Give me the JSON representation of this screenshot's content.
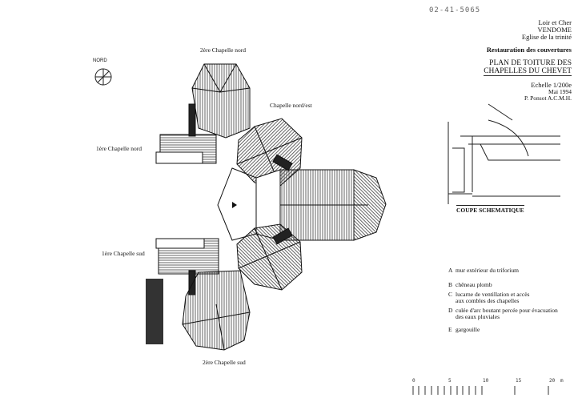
{
  "stamp": "02-41-5065",
  "title_block": {
    "department": "Loir et Cher",
    "town": "VENDOME",
    "church": "Eglise de la trinité",
    "project": "Restauration des couvertures",
    "plan_title_1": "PLAN DE TOITURE DES",
    "plan_title_2": "CHAPELLES DU CHEVET",
    "scale": "Echelle 1/200e",
    "date": "Mai 1994",
    "author": "P. Ponsot A.C.M.H."
  },
  "north_label": "NORD",
  "plan_labels": {
    "chapel_2_north": "2ère Chapelle nord",
    "chapel_north_east": "Chapelle nord/est",
    "chapel_1_north": "1ère Chapelle nord",
    "chapel_1_south": "1ère Chapelle sud",
    "chapel_2_south": "2ère Chapelle sud"
  },
  "section_title": "COUPE SCHEMATIQUE",
  "legend": [
    {
      "key": "A",
      "text": [
        "mur extérieur du triforium"
      ]
    },
    {
      "key": "B",
      "text": [
        "chêneau plomb"
      ]
    },
    {
      "key": "C",
      "text": [
        "lucarne de ventillation et accès",
        "aux combles des chapelles"
      ]
    },
    {
      "key": "D",
      "text": [
        "culée d'arc boutant percée pour évacuation",
        "des eaux pluviales"
      ]
    },
    {
      "key": "E",
      "text": [
        "gargouille"
      ]
    }
  ],
  "scale_bar": {
    "ticks": [
      "0",
      "5",
      "10",
      "15",
      "20"
    ],
    "unit": "m"
  }
}
